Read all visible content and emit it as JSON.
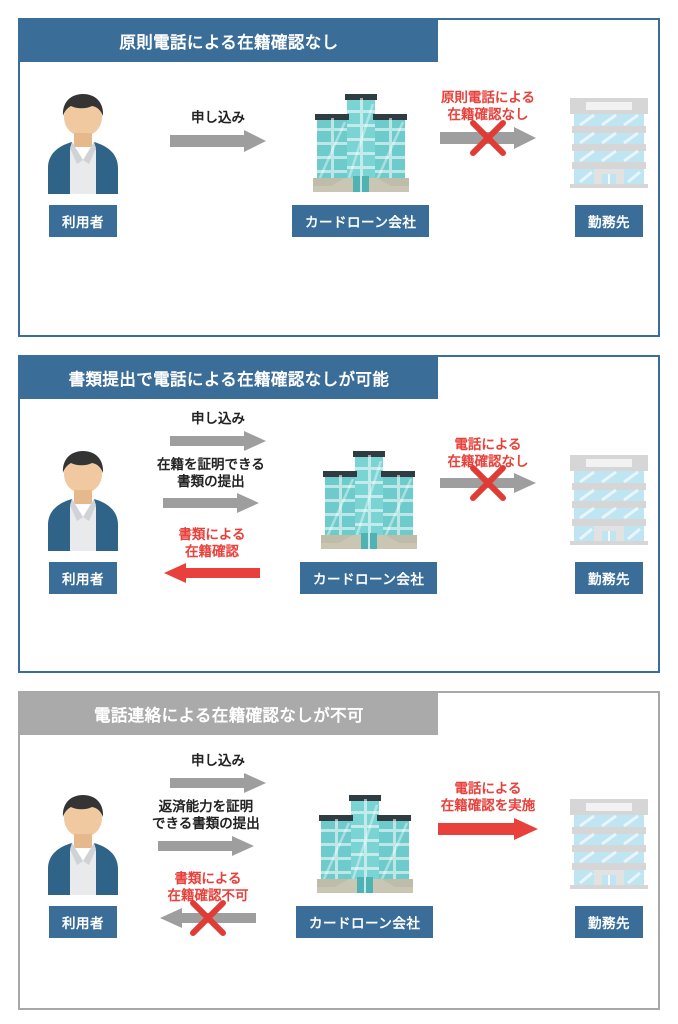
{
  "colors": {
    "blue": "#3a6d98",
    "gray": "#aaaaaa",
    "arrow_gray": "#9e9e9e",
    "red": "#e8403a",
    "cross_red": "#e03c35",
    "text_dark": "#222222"
  },
  "panels": [
    {
      "id": "panel-no-phone-verification",
      "accent": "blue",
      "header": "原則電話による在籍確認なし",
      "nodes": {
        "user": {
          "label": "利用者",
          "icon": "person-avatar"
        },
        "company": {
          "label": "カードローン会社",
          "icon": "office-building"
        },
        "workplace": {
          "label": "勤務先",
          "icon": "workplace-building"
        }
      },
      "flows": [
        {
          "name": "application",
          "caption": "申し込み",
          "caption_color": "dark",
          "direction": "right",
          "arrow_color": "gray",
          "blocked": false
        },
        {
          "name": "phone-verification-blocked",
          "caption": "原則電話による\n在籍確認なし",
          "caption_color": "red",
          "direction": "right",
          "arrow_color": "gray",
          "blocked": true
        }
      ]
    },
    {
      "id": "panel-documents-allow-no-call",
      "accent": "blue",
      "header": "書類提出で電話による在籍確認なしが可能",
      "nodes": {
        "user": {
          "label": "利用者",
          "icon": "person-avatar"
        },
        "company": {
          "label": "カードローン会社",
          "icon": "office-building"
        },
        "workplace": {
          "label": "勤務先",
          "icon": "workplace-building"
        }
      },
      "flows": [
        {
          "name": "application",
          "caption": "申し込み",
          "caption_color": "dark",
          "direction": "right",
          "arrow_color": "gray",
          "blocked": false
        },
        {
          "name": "submit-proof-documents",
          "caption": "在籍を証明できる\n書類の提出",
          "caption_color": "dark",
          "direction": "right",
          "arrow_color": "gray",
          "blocked": false
        },
        {
          "name": "document-based-verification",
          "caption": "書類による\n在籍確認",
          "caption_color": "red",
          "direction": "left",
          "arrow_color": "red",
          "blocked": false
        },
        {
          "name": "phone-verification-blocked",
          "caption": "電話による\n在籍確認なし",
          "caption_color": "red",
          "direction": "right",
          "arrow_color": "gray",
          "blocked": true
        }
      ]
    },
    {
      "id": "panel-phone-call-required",
      "accent": "gray",
      "header": "電話連絡による在籍確認なしが不可",
      "nodes": {
        "user": {
          "label": "利用者",
          "icon": "person-avatar"
        },
        "company": {
          "label": "カードローン会社",
          "icon": "office-building"
        },
        "workplace": {
          "label": "勤務先",
          "icon": "workplace-building"
        }
      },
      "flows": [
        {
          "name": "application",
          "caption": "申し込み",
          "caption_color": "dark",
          "direction": "right",
          "arrow_color": "gray",
          "blocked": false
        },
        {
          "name": "submit-repayment-ability-documents",
          "caption": "返済能力を証明\nできる書類の提出",
          "caption_color": "dark",
          "direction": "right",
          "arrow_color": "gray",
          "blocked": false
        },
        {
          "name": "document-verification-not-allowed",
          "caption": "書類による\n在籍確認不可",
          "caption_color": "red",
          "direction": "left",
          "arrow_color": "gray",
          "blocked": true
        },
        {
          "name": "phone-verification-performed",
          "caption": "電話による\n在籍確認を実施",
          "caption_color": "red",
          "direction": "right",
          "arrow_color": "red",
          "blocked": false
        }
      ]
    }
  ]
}
